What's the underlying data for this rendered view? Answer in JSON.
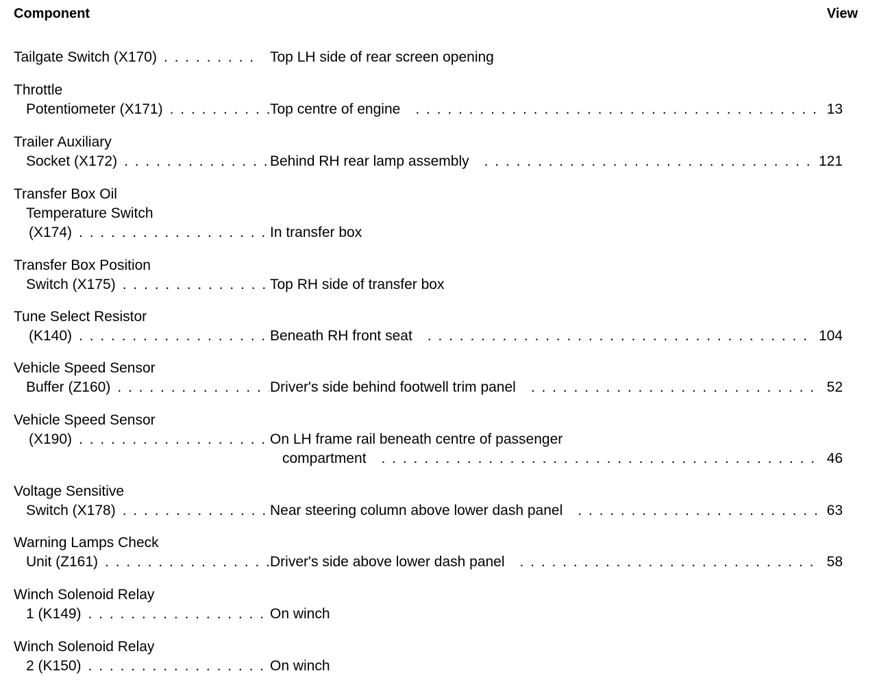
{
  "header": {
    "component": "Component",
    "view": "View"
  },
  "rows": [
    {
      "component": [
        "Tailgate Switch (X170)"
      ],
      "location": [
        "Top LH side of rear screen opening"
      ],
      "view": ""
    },
    {
      "component": [
        "Throttle",
        "Potentiometer (X171)"
      ],
      "location": [
        "Top centre of engine"
      ],
      "view": "13"
    },
    {
      "component": [
        "Trailer Auxiliary",
        "Socket (X172)"
      ],
      "location": [
        "Behind RH rear lamp assembly"
      ],
      "view": "121"
    },
    {
      "component": [
        "Transfer Box Oil",
        "Temperature Switch",
        "(X174)"
      ],
      "location": [
        "In transfer box"
      ],
      "view": ""
    },
    {
      "component": [
        "Transfer Box Position",
        "Switch (X175)"
      ],
      "location": [
        "Top RH side of transfer box"
      ],
      "view": ""
    },
    {
      "component": [
        "Tune Select Resistor",
        "(K140)"
      ],
      "location": [
        "Beneath RH front seat"
      ],
      "view": "104"
    },
    {
      "component": [
        "Vehicle Speed Sensor",
        "Buffer (Z160)"
      ],
      "location": [
        "Driver's side behind footwell trim panel"
      ],
      "view": "52"
    },
    {
      "component": [
        "Vehicle Speed Sensor",
        "(X190)"
      ],
      "location": [
        "On LH frame rail beneath centre of passenger",
        "compartment"
      ],
      "view": "46"
    },
    {
      "component": [
        "Voltage Sensitive",
        "Switch (X178)"
      ],
      "location": [
        "Near steering column above lower dash panel"
      ],
      "view": "63"
    },
    {
      "component": [
        "Warning Lamps Check",
        "Unit (Z161)"
      ],
      "location": [
        "Driver's side above lower dash panel"
      ],
      "view": "58"
    },
    {
      "component": [
        "Winch Solenoid Relay",
        "1 (K149)"
      ],
      "location": [
        "On winch"
      ],
      "view": ""
    },
    {
      "component": [
        "Winch Solenoid Relay",
        "2 (K150)"
      ],
      "location": [
        "On winch"
      ],
      "view": ""
    }
  ]
}
